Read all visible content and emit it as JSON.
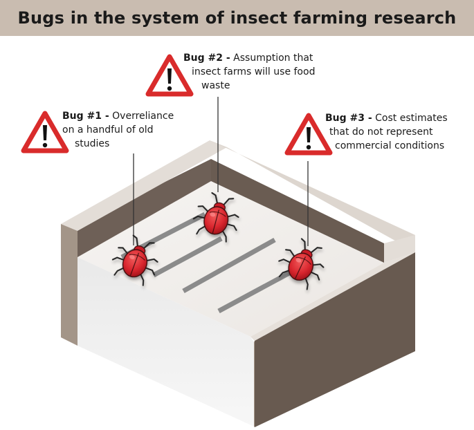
{
  "title": "Bugs in the system of insect farming research",
  "colors": {
    "title_bar": "#c9bcb0",
    "warning_red": "#d92b2b",
    "bug_red": "#d9262e",
    "tray_top": "#e8e3de",
    "tray_inner": "#6e6057",
    "tray_side": "#a39588",
    "tray_dark": "#685a50"
  },
  "callouts": [
    {
      "label": "Bug #1 -",
      "lines": [
        "Overreliance",
        "on a handful of old",
        "studies"
      ],
      "icon": "warning-triangle-icon"
    },
    {
      "label": "Bug #2 -",
      "lines": [
        "Assumption that",
        "insect farms will use food",
        "waste"
      ],
      "icon": "warning-triangle-icon"
    },
    {
      "label": "Bug #3 -",
      "lines": [
        "Cost estimates",
        "that do not represent",
        "commercial conditions"
      ],
      "icon": "warning-triangle-icon"
    }
  ]
}
